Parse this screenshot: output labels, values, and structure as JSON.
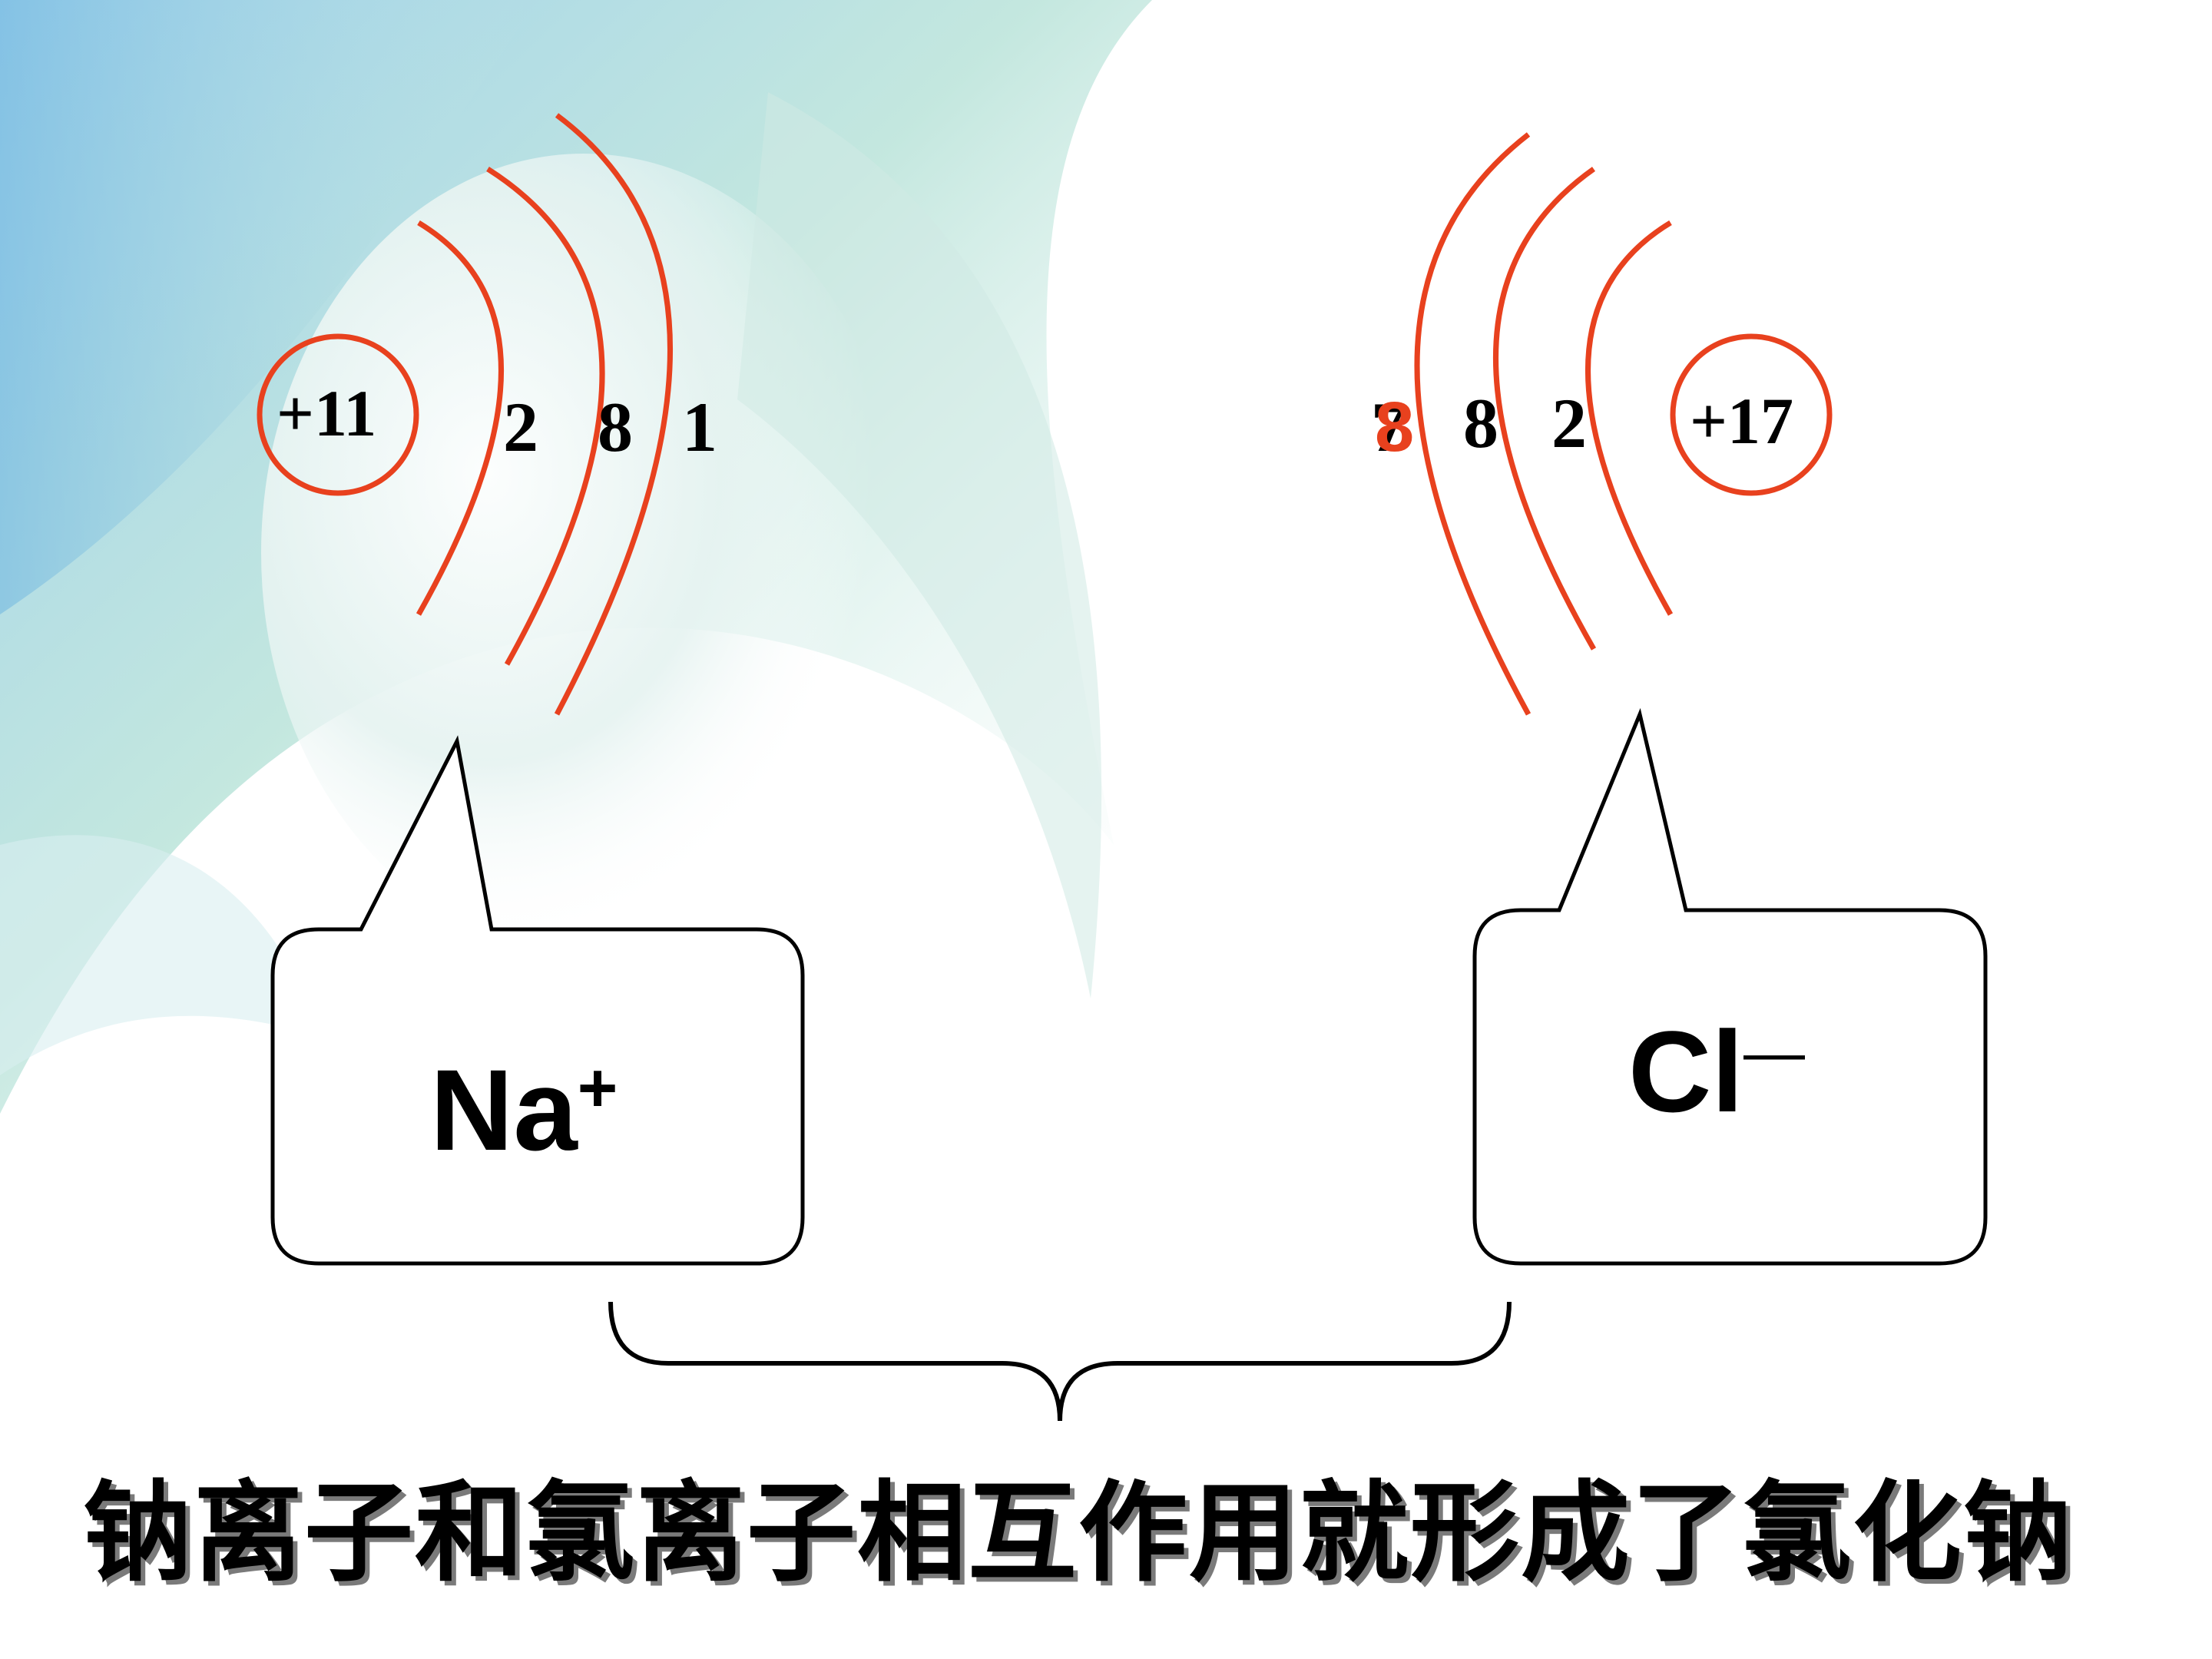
{
  "sodium": {
    "nucleus_label": "+11",
    "shells": [
      "2",
      "8",
      "1"
    ],
    "ion_symbol": "Na",
    "ion_charge": "+"
  },
  "chlorine": {
    "nucleus_label": "+17",
    "shells": [
      "7",
      "8",
      "2"
    ],
    "outer_shell_new_value": "8",
    "ion_symbol": "Cl",
    "ion_charge": "—"
  },
  "caption": "钠离子和氯离子相互作用就形成了氯化钠",
  "colors": {
    "shell_stroke": "#e8411e",
    "highlight_number": "#e8411e",
    "text": "#000000",
    "caption_shadow": "#7a7a7a"
  }
}
